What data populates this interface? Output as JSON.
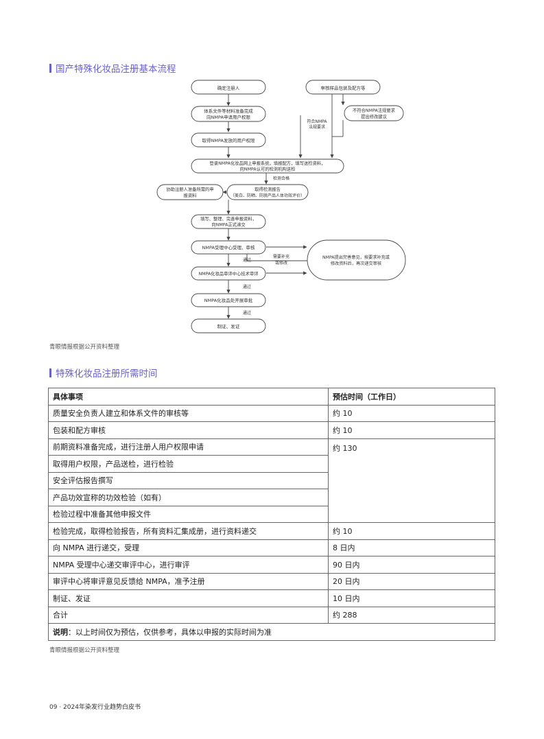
{
  "section1": {
    "title": "国产特殊化妆品注册基本流程"
  },
  "flowchart": {
    "nodes": {
      "n1": "确定注册人",
      "n2a": "体系文件等材料准备完成",
      "n2b": "向NMPA申请用户权限",
      "n3": "取得NMPA发放的用户权限",
      "n4a": "登录NMPA化妆品网上申报系统，填报配方，填写送检资料，",
      "n4b": "向NMPA认可的检测机构送检",
      "n5a": "协助注册人准备所需的申",
      "n5b": "报资料",
      "n6a": "取得检测报告",
      "n6b": "（美白、防晒、防脱产品人体功效评价）",
      "n7a": "填写、整理、完善申报资料，",
      "n7b": "向NMPA正式递交",
      "n8": "NMPA受理中心受理、审核",
      "n9": "NMPA化妆品审评中心技术审评",
      "n10": "NMPA化妆品处开展审批",
      "n11": "制证、发证",
      "r1": "审核样品包装及配方等",
      "r2a": "不符合NMPA法规要求",
      "r2b": "提出修改建议",
      "r3a": "NMPA提出完善意见，按要求补充或",
      "r3b": "修改资料后，再次递交审核"
    },
    "labels": {
      "fit_a": "符合NMPA",
      "fit_b": "法规要求",
      "test_pass": "检测合格",
      "pass1": "通过",
      "pass2": "通过",
      "pass3": "通过",
      "need_a": "需要补充",
      "need_b": "或修改"
    }
  },
  "source1": "青眼情报根据公开资料整理",
  "section2": {
    "title": "特殊化妆品注册所需时间"
  },
  "table": {
    "headers": [
      "具体事项",
      "预估时间（工作日）"
    ],
    "rows": [
      {
        "item": "质量安全负责人建立和体系文件的审核等",
        "time": "约 10"
      },
      {
        "item": "包装和配方审核",
        "time": "约 10"
      },
      {
        "item": "前期资料准备完成，进行注册人用户权限申请",
        "time": "约 130"
      },
      {
        "item": "取得用户权限，产品送检，进行检验"
      },
      {
        "item": "安全评估报告撰写"
      },
      {
        "item": "产品功效宣称的功效检验（如有）"
      },
      {
        "item": "检验过程中准备其他申报文件"
      },
      {
        "item": "检验完成，取得检验报告，所有资料汇集成册，进行资料递交",
        "time": "约 10"
      },
      {
        "item": "向 NMPA 进行递交，受理",
        "time": "8 日内"
      },
      {
        "item": "NMPA 受理中心递交审评中心，进行审评",
        "time": "90 日内"
      },
      {
        "item": "审评中心将审评意见反馈给 NMPA，准予注册",
        "time": "20 日内"
      },
      {
        "item": "制证、发证",
        "time": "10 日内"
      },
      {
        "item": "合计",
        "time": "约 288"
      }
    ],
    "note_label": "说明",
    "note_text": "：以上时间仅为预估，仅供参考，具体以申报的实际时间为准"
  },
  "source2": "青眼情报根据公开资料整理",
  "footer": "09 · 2024年染发行业趋势白皮书",
  "colors": {
    "accent": "#6a63c7"
  }
}
